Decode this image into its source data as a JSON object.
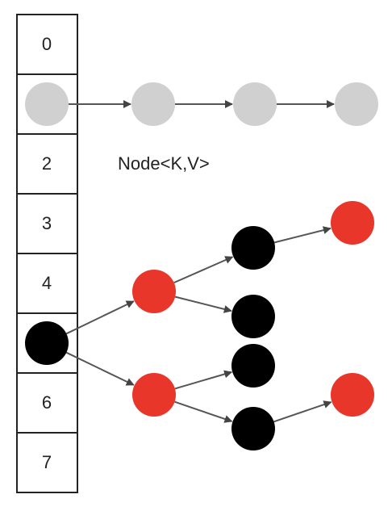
{
  "table": {
    "cells": [
      {
        "label": "0"
      },
      {
        "label": ""
      },
      {
        "label": "2"
      },
      {
        "label": "3"
      },
      {
        "label": "4"
      },
      {
        "label": ""
      },
      {
        "label": "6"
      },
      {
        "label": "7"
      }
    ]
  },
  "caption": "Node<K,V>",
  "colors": {
    "border": "#222222",
    "grey_node": "#d0d0d0",
    "black_node": "#000000",
    "red_node": "#e8362a",
    "edge": "#555555"
  },
  "nodes": [
    {
      "id": "L0",
      "color": "grey"
    },
    {
      "id": "L1",
      "color": "grey"
    },
    {
      "id": "L2",
      "color": "grey"
    },
    {
      "id": "L3",
      "color": "grey"
    },
    {
      "id": "T0",
      "color": "black"
    },
    {
      "id": "T1",
      "color": "red"
    },
    {
      "id": "T2",
      "color": "red"
    },
    {
      "id": "T3",
      "color": "black"
    },
    {
      "id": "T4",
      "color": "black"
    },
    {
      "id": "T5",
      "color": "black"
    },
    {
      "id": "T6",
      "color": "black"
    },
    {
      "id": "T7",
      "color": "red"
    },
    {
      "id": "T8",
      "color": "red"
    }
  ],
  "edges": [
    {
      "from": "L0",
      "to": "L1"
    },
    {
      "from": "L1",
      "to": "L2"
    },
    {
      "from": "L2",
      "to": "L3"
    },
    {
      "from": "T0",
      "to": "T1"
    },
    {
      "from": "T0",
      "to": "T2"
    },
    {
      "from": "T1",
      "to": "T3"
    },
    {
      "from": "T1",
      "to": "T4"
    },
    {
      "from": "T2",
      "to": "T5"
    },
    {
      "from": "T2",
      "to": "T6"
    },
    {
      "from": "T3",
      "to": "T7"
    },
    {
      "from": "T6",
      "to": "T8"
    }
  ]
}
